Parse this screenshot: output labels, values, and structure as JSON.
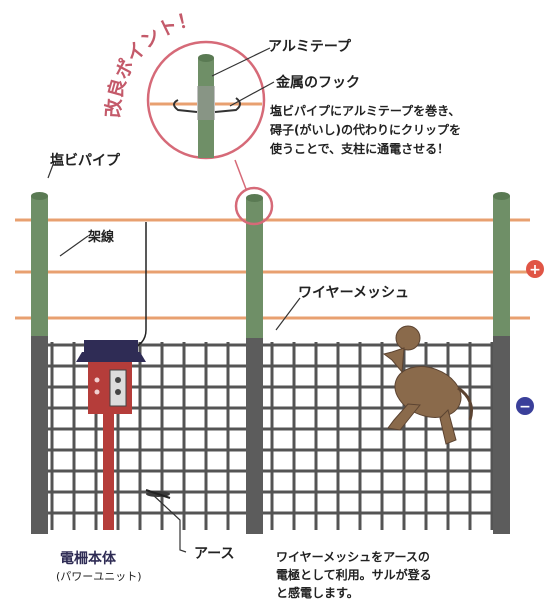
{
  "title": "改良ポイント！",
  "labels": {
    "aluminum_tape": "アルミテープ",
    "metal_hook": "金属のフック",
    "pvc_pipe": "塩ビパイプ",
    "wire": "架線",
    "wire_mesh": "ワイヤーメッシュ",
    "unit_name": "電柵本体",
    "unit_sub": "(パワーユニット)",
    "earth": "アース"
  },
  "description_top": [
    "塩ビパイプにアルミテープを巻き、",
    "碍子(がいし)の代わりにクリップを",
    "使うことで、支柱に通電させる！"
  ],
  "description_bottom": [
    "ワイヤーメッシュをアースの",
    "電極として利用。サルが登る",
    "と感電します。"
  ],
  "polarity": {
    "plus": "+",
    "minus": "−"
  },
  "colors": {
    "pole_green": "#6f8f67",
    "wire_orange": "#e8a070",
    "mesh_dark": "#545454",
    "unit_red": "#b53d3a",
    "unit_roof": "#2f2c55",
    "highlight_pink": "#d66a78",
    "plus_red": "#e05545",
    "minus_blue": "#3a3f9a",
    "monkey_brown": "#8a6a4b"
  }
}
